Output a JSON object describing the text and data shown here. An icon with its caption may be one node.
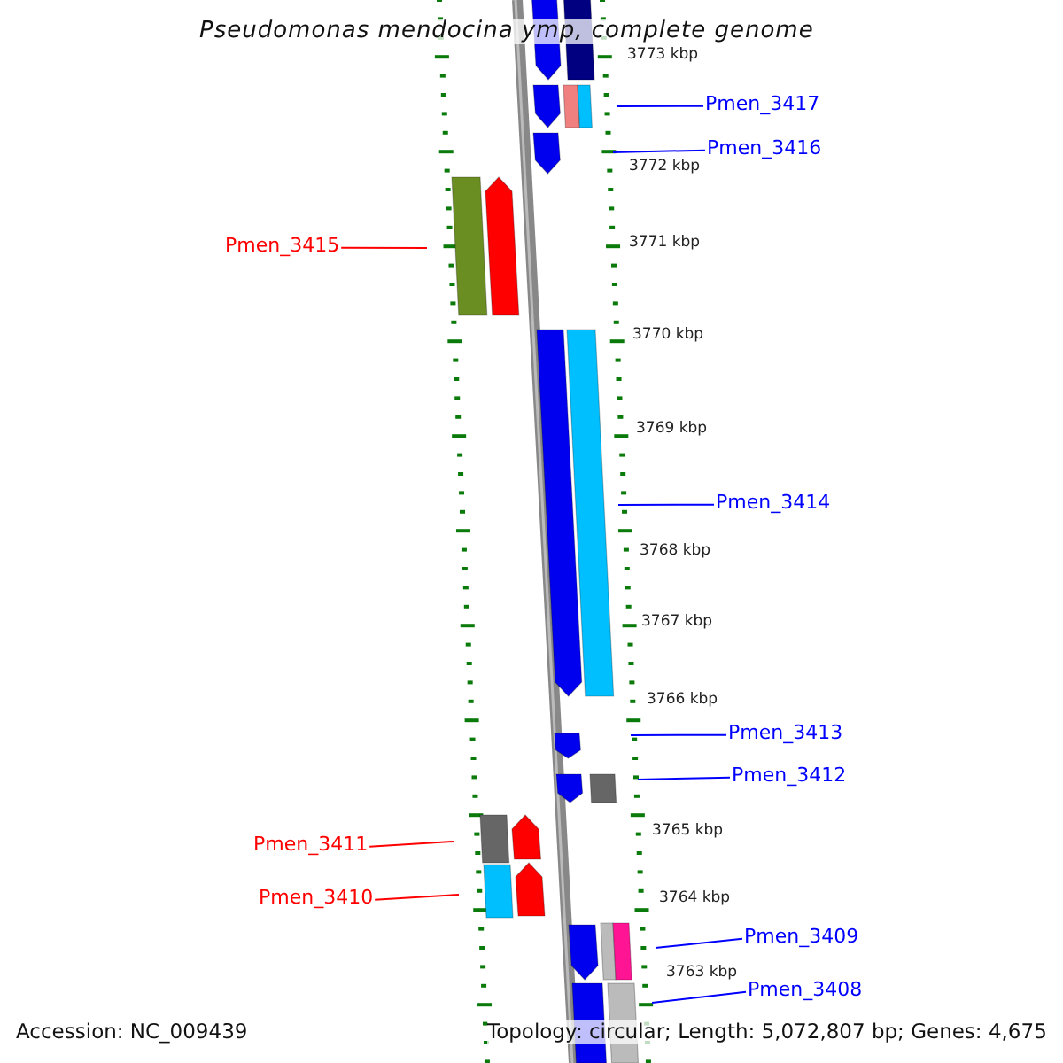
{
  "diagram": {
    "title": "Pseudomonas mendocina ymp, complete genome",
    "nodes": [
      {
        "text": [
          "Pmen_3417"
        ]
      },
      {
        "text": [
          "Pmen_3416"
        ]
      },
      {
        "text": [
          "Pmen_3415"
        ]
      },
      {
        "text": [
          "Pmen_3414"
        ]
      },
      {
        "text": [
          "Pmen_3413"
        ]
      },
      {
        "text": [
          "Pmen_3412"
        ]
      },
      {
        "text": [
          "Pmen_3411"
        ]
      },
      {
        "text": [
          "Pmen_3410"
        ]
      },
      {
        "text": [
          "Pmen_3409"
        ]
      },
      {
        "text": [
          "Pmen_3408"
        ]
      }
    ],
    "edges": [
      {
        "from": 0,
        "to": null,
        "arrow": "none"
      },
      {
        "from": 1,
        "to": null,
        "arrow": "none"
      },
      {
        "from": 2,
        "to": null,
        "arrow": "none",
        "color": "#ff0000"
      },
      {
        "from": 3,
        "to": null,
        "arrow": "none"
      },
      {
        "from": 4,
        "to": null,
        "arrow": "none"
      },
      {
        "from": 5,
        "to": null,
        "arrow": "none"
      },
      {
        "from": 6,
        "to": null,
        "arrow": "none",
        "color": "#ff0000"
      },
      {
        "from": 7,
        "to": null,
        "arrow": "none",
        "color": "#ff0000"
      },
      {
        "from": 8,
        "to": null,
        "arrow": "none"
      },
      {
        "from": 9,
        "to": null,
        "arrow": "none"
      }
    ],
    "labels": [
      "3773 kbp",
      "3772 kbp",
      "3771 kbp",
      "3770 kbp",
      "3769 kbp",
      "3768 kbp",
      "3767 kbp",
      "3766 kbp",
      "3765 kbp",
      "3764 kbp",
      "3763 kbp",
      "Accession: NC_009439",
      "Topology: circular; Length: 5,072,807 bp; Genes: 4,675"
    ]
  }
}
